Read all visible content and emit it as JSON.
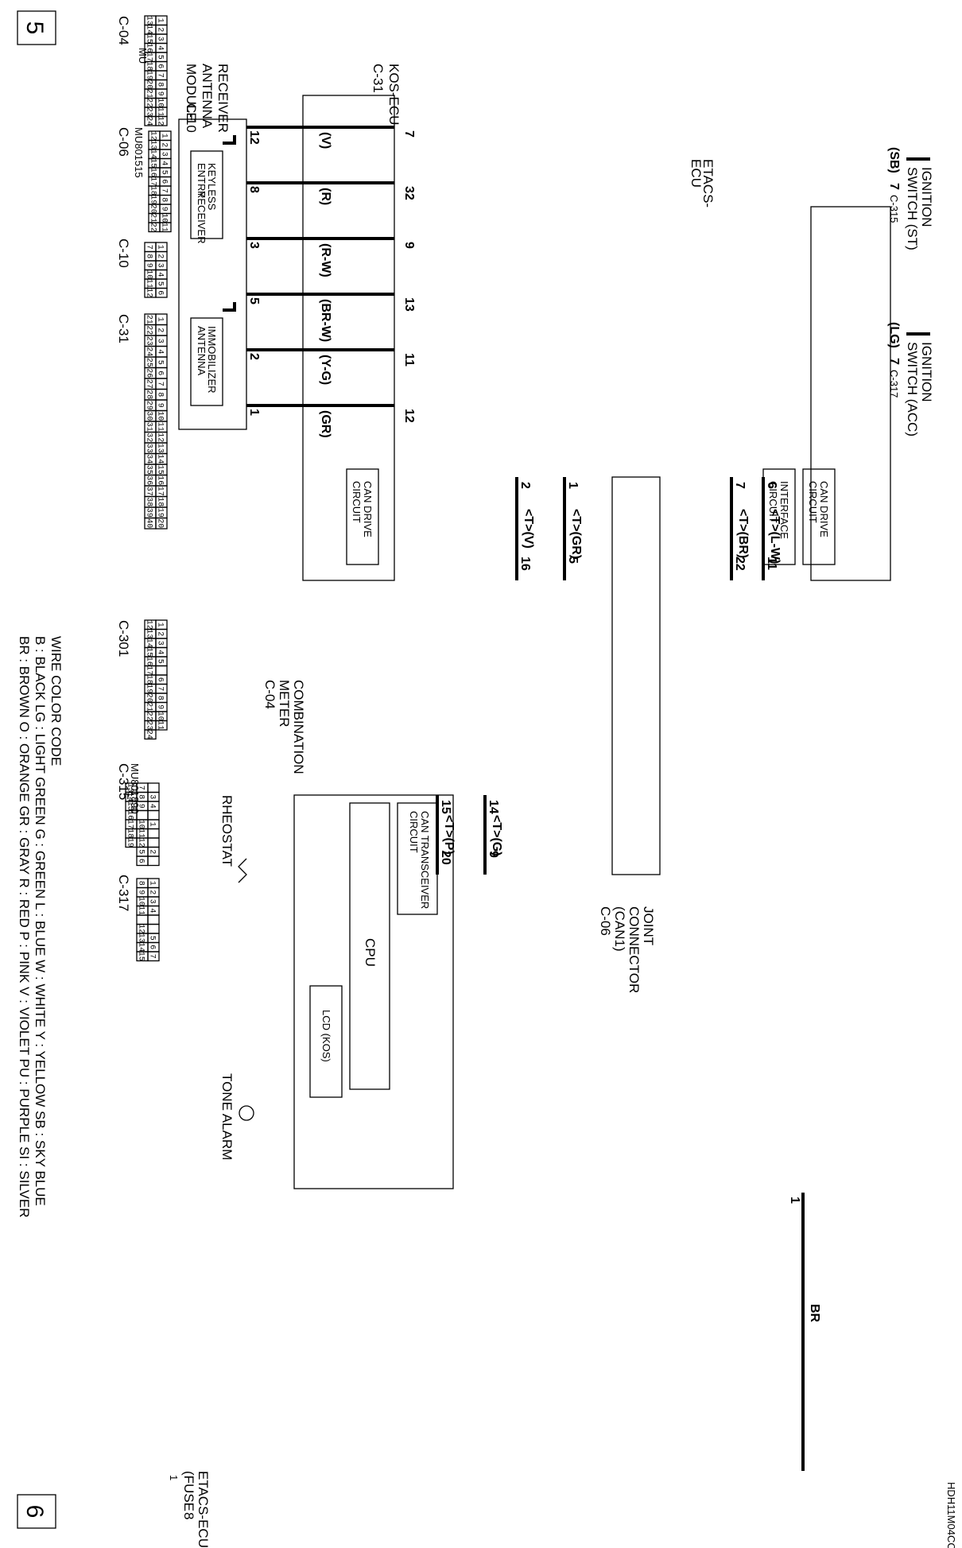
{
  "page_marks": {
    "left": "5",
    "right": "6",
    "code": "HDH11M04CC"
  },
  "connectors": {
    "c04": "C-04",
    "c06": "C-06",
    "c10": "C-10",
    "c31": "C-31",
    "c301": "C-301",
    "c315": "C-315",
    "c317": "C-317"
  },
  "part_numbers": {
    "c06": "MU801515",
    "c315": "MU801890"
  },
  "connector_tag": "MU",
  "components": {
    "kos_ecu": "KOS-ECU",
    "receiver_antenna_module": [
      "RECEIVER",
      "ANTENNA",
      "MODULE"
    ],
    "keyless_entry_receiver": [
      "KEYLESS",
      "ENTRY",
      "RECEIVER"
    ],
    "immobilizer_antenna": [
      "IMMOBILIZER",
      "ANTENNA"
    ],
    "etacs_ecu": [
      "ETACS-",
      "ECU"
    ],
    "ignition_st": [
      "IGNITION",
      "SWITCH (ST)"
    ],
    "ignition_acc": [
      "IGNITION",
      "SWITCH (ACC)"
    ],
    "can_drive_circuit": [
      "CAN DRIVE",
      "CIRCUIT"
    ],
    "interface_circuit": [
      "INTERFACE",
      "CIRCUIT"
    ],
    "joint_connector": [
      "JOINT",
      "CONNECTOR",
      "(CAN1)"
    ],
    "combination_meter": [
      "COMBINATION",
      "METER"
    ],
    "can_transceiver": [
      "CAN TRANSCEIVER",
      "CIRCUIT"
    ],
    "cpu": "CPU",
    "rheostat": "RHEOSTAT",
    "lcd": "LCD (KOS)",
    "tone_alarm": "TONE ALARM",
    "etacs_fuse": [
      "ETACS-ECU",
      "(FUSE"
    ],
    "fuse_num": "8",
    "fuse_pin": "1"
  },
  "kos_pins": [
    "7",
    "32",
    "9",
    "13",
    "11",
    "12"
  ],
  "recv_pins": [
    "12",
    "8",
    "3",
    "5",
    "2",
    "1"
  ],
  "wire_colors": [
    "(V)",
    "(R)",
    "(R-W)",
    "(BR-W)",
    "(Y-G)",
    "(GR)"
  ],
  "can_pins": {
    "kos": [
      "1",
      "2"
    ],
    "joint_top": [
      "5",
      "16"
    ],
    "joint_etacs": [
      "11",
      "22"
    ],
    "etacs": [
      "6",
      "7"
    ],
    "joint_bottom": [
      "9",
      "20"
    ],
    "meter": [
      "14",
      "15"
    ],
    "meter_power": "1"
  },
  "can_labels": {
    "kos_h": "<T>(GR)",
    "kos_l": "<T>(V)",
    "etacs_h": "<T>(L-W)",
    "etacs_l": "<T>(BR)",
    "meter_h": "<T>(G)",
    "meter_l": "<T>(P)"
  },
  "ign_pins": {
    "st": "7",
    "acc": "7"
  },
  "ign_colors": {
    "st": "(SB)",
    "acc": "(LG)"
  },
  "power_wire": "BR",
  "legend": {
    "title": "WIRE COLOR CODE",
    "line1": "B : BLACK    LG : LIGHT GREEN    G : GREEN    L : BLUE    W : WHITE    Y : YELLOW    SB : SKY BLUE",
    "line2": "BR : BROWN    O : ORANGE    GR : GRAY    R : RED    P : PINK    V : VIOLET    PU : PURPLE    SI : SILVER"
  },
  "faces": {
    "c04": [
      [
        "1",
        "2",
        "3",
        "4",
        "5",
        "6",
        "7",
        "8",
        "9",
        "10",
        "11",
        "12"
      ],
      [
        "13",
        "14",
        "15",
        "16",
        "17",
        "18",
        "19",
        "20",
        "21",
        "22",
        "23",
        "24"
      ]
    ],
    "c06": [
      [
        "1",
        "2",
        "3",
        "4",
        "5",
        "6",
        "7",
        "8",
        "9",
        "10",
        "11"
      ],
      [
        "12",
        "13",
        "14",
        "15",
        "16",
        "17",
        "18",
        "19",
        "20",
        "21",
        "22"
      ]
    ],
    "c10": [
      [
        "1",
        "2",
        "3",
        "4",
        "5",
        "6"
      ],
      [
        "7",
        "8",
        "9",
        "10",
        "11",
        "12"
      ]
    ],
    "c31": [
      [
        "1",
        "2",
        "3",
        "4",
        "5",
        "6",
        "7",
        "8",
        "9",
        "10",
        "11",
        "12",
        "13",
        "14",
        "15",
        "16",
        "17",
        "18",
        "19",
        "20"
      ],
      [
        "21",
        "22",
        "23",
        "24",
        "25",
        "26",
        "27",
        "28",
        "29",
        "30",
        "31",
        "32",
        "33",
        "34",
        "35",
        "36",
        "37",
        "38",
        "39",
        "40"
      ]
    ],
    "c301": [
      [
        "1",
        "2",
        "3",
        "4",
        "5",
        "",
        "6",
        "7",
        "8",
        "9",
        "10",
        "11"
      ],
      [
        "12",
        "13",
        "14",
        "15",
        "16",
        "17",
        "18",
        "19",
        "20",
        "21",
        "22",
        "23",
        "24"
      ]
    ],
    "c315": [
      [
        "",
        "3",
        "4",
        "",
        "1",
        "",
        "",
        "2",
        ""
      ],
      [
        "7",
        "8",
        "9",
        "",
        "10",
        "11",
        "12",
        "5",
        "6"
      ],
      [
        "13",
        "14",
        "15",
        "16",
        "17",
        "18",
        "19"
      ]
    ],
    "c317": [
      [
        "1",
        "2",
        "3",
        "4",
        "",
        "",
        "5",
        "6",
        "7"
      ],
      [
        "8",
        "9",
        "10",
        "11",
        "",
        "12",
        "13",
        "14",
        "15"
      ]
    ]
  }
}
